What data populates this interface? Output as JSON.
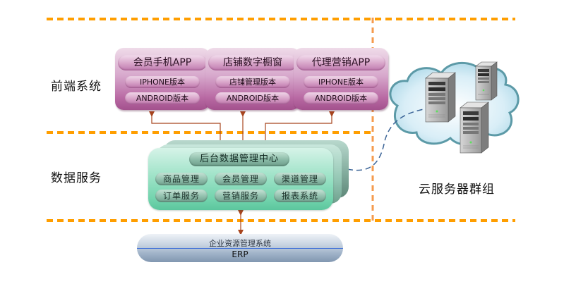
{
  "sections": {
    "frontend_label": "前端系统",
    "data_label": "数据服务"
  },
  "apps": [
    {
      "title": "会员手机APP",
      "items": [
        "IPHONE版本",
        "ANDROID版本"
      ]
    },
    {
      "title": "店铺数字橱窗",
      "items": [
        "店铺管理版本",
        "ANDROID版本"
      ]
    },
    {
      "title": "代理营销APP",
      "items": [
        "IPHONE版本",
        "ANDROID版本"
      ]
    }
  ],
  "data_center": {
    "title": "后台数据管理中心",
    "modules": [
      "商品管理",
      "会员管理",
      "渠道管理",
      "订单服务",
      "营销服务",
      "报表系统"
    ]
  },
  "erp": {
    "top_label": "企业资源管理系统",
    "bottom_label": "ERP"
  },
  "cloud": {
    "label": "云服务器群组",
    "servers": [
      "server-1",
      "server-2",
      "server-3"
    ]
  },
  "colors": {
    "divider": "#ff9e00",
    "divider_vertical": "#f59b4e",
    "arrow": "#a8451e",
    "link": "#3a6396",
    "app_accent": "#a3518d",
    "data_accent": "#5cc69e",
    "erp_line": "#3b6cd8"
  }
}
